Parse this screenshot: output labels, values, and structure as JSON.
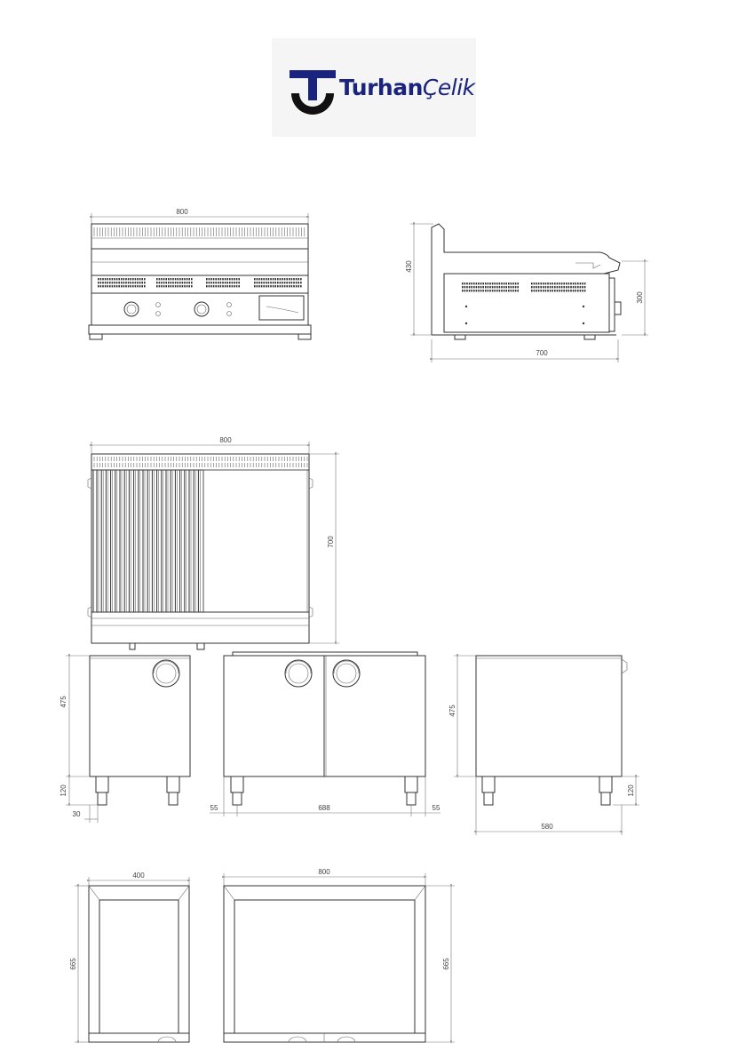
{
  "brand": {
    "name_bold": "Turhan",
    "name_light": "Çelik",
    "colors": {
      "mark_black": "#111111",
      "mark_blue": "#1a237e",
      "text_blue": "#1a237e",
      "background": "#f5f5f5"
    }
  },
  "views": {
    "front": {
      "width_label": "800"
    },
    "side": {
      "height_label": "430",
      "body_height_label": "300",
      "depth_label": "700"
    },
    "top": {
      "width_label": "800",
      "depth_label": "700"
    },
    "stand_left": {
      "height_label": "475",
      "leg_label": "120",
      "offset_label": "30"
    },
    "stand_front": {
      "left_offset_label": "55",
      "inner_label": "688",
      "right_offset_label": "55"
    },
    "stand_right": {
      "height_label": "475",
      "leg_label": "120",
      "depth_label": "580"
    },
    "plan_small": {
      "width_label": "400",
      "depth_label": "665"
    },
    "plan_large": {
      "width_label": "800",
      "depth_label": "665"
    }
  }
}
